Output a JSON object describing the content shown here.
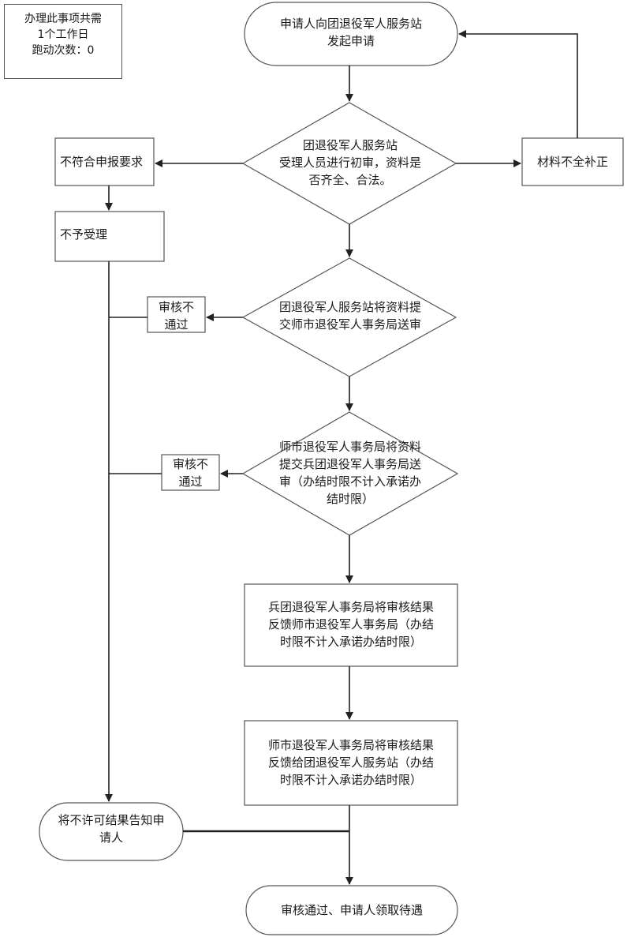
{
  "info_box": {
    "line1": "办理此事项共需",
    "line2": "1个工作日",
    "line3": "跑动次数：0"
  },
  "nodes": {
    "start": "申请人向团退役军人服务站\n发起申请",
    "review1": "团退役军人服务站\n受理人员进行初审，资料是\n否齐全、合法。",
    "not_meet": "不符合申报要求",
    "supplement": "材料不全补正",
    "not_accept": "不予受理",
    "review2": "团退役军人服务站将资料提\n交师市退役军人事务局送审",
    "fail1": "审核不\n通过",
    "review3": "师市退役军人事务局将资料\n提交兵团退役军人事务局送\n审（办结时限不计入承诺办\n结时限）",
    "fail2": "审核不\n通过",
    "feedback1": "兵团退役军人事务局将审核结果\n反馈师市退役军人事务局（办结\n时限不计入承诺办结时限）",
    "feedback2": "师市退役军人事务局将审核结果\n反馈给团退役军人服务站（办结\n时限不计入承诺办结时限）",
    "notify": "将不许可结果告知申\n请人",
    "end": "审核通过、申请人领取待遇"
  },
  "colors": {
    "stroke": "#555555",
    "arrow": "#222222"
  }
}
